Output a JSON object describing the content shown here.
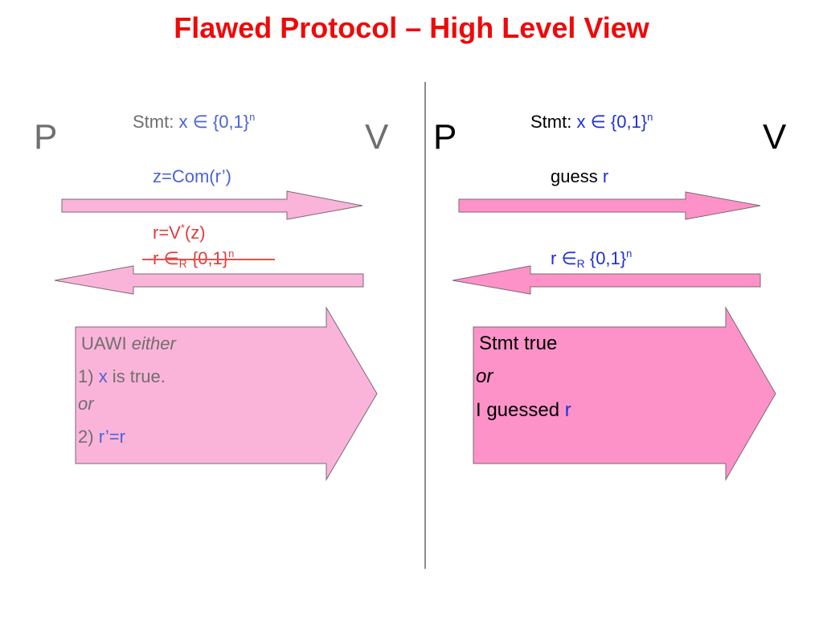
{
  "title": "Flawed Protocol – High Level View",
  "left": {
    "prover": "P",
    "verifier": "V",
    "stmt_prefix": "Stmt:",
    "stmt_expr": "x ∈ {0,1}",
    "stmt_exp": "n",
    "msg1": "z=Com(r’)",
    "msg2_a": "r=V",
    "msg2_sup": "*",
    "msg2_b": "(z)",
    "msg3_a": "r ∈",
    "msg3_sub": "R",
    "msg3_b": " {0,1}",
    "msg3_exp": "n",
    "box": {
      "line1_a": "UAWI ",
      "line1_b": "either",
      "line2_a": "1) ",
      "line2_b": "x",
      "line2_c": " is true.",
      "line3": "or",
      "line4_a": "2) ",
      "line4_b": "r’=r"
    }
  },
  "right": {
    "prover": "P",
    "verifier": "V",
    "stmt_prefix": "Stmt:",
    "stmt_expr": "x ∈ {0,1}",
    "stmt_exp": "n",
    "msg1_a": "guess ",
    "msg1_b": "r",
    "msg2_a": "r ∈",
    "msg2_sub": "R",
    "msg2_b": " {0,1}",
    "msg2_exp": "n",
    "box": {
      "line1": "Stmt true",
      "line2": "or",
      "line3_a": "I guessed ",
      "line3_b": "r"
    }
  },
  "colors": {
    "title": "#ee0a0a",
    "left_arrow_fill": "#fbb4d9",
    "right_arrow_fill": "#fc92c8",
    "arrow_stroke": "#7a6a72"
  }
}
